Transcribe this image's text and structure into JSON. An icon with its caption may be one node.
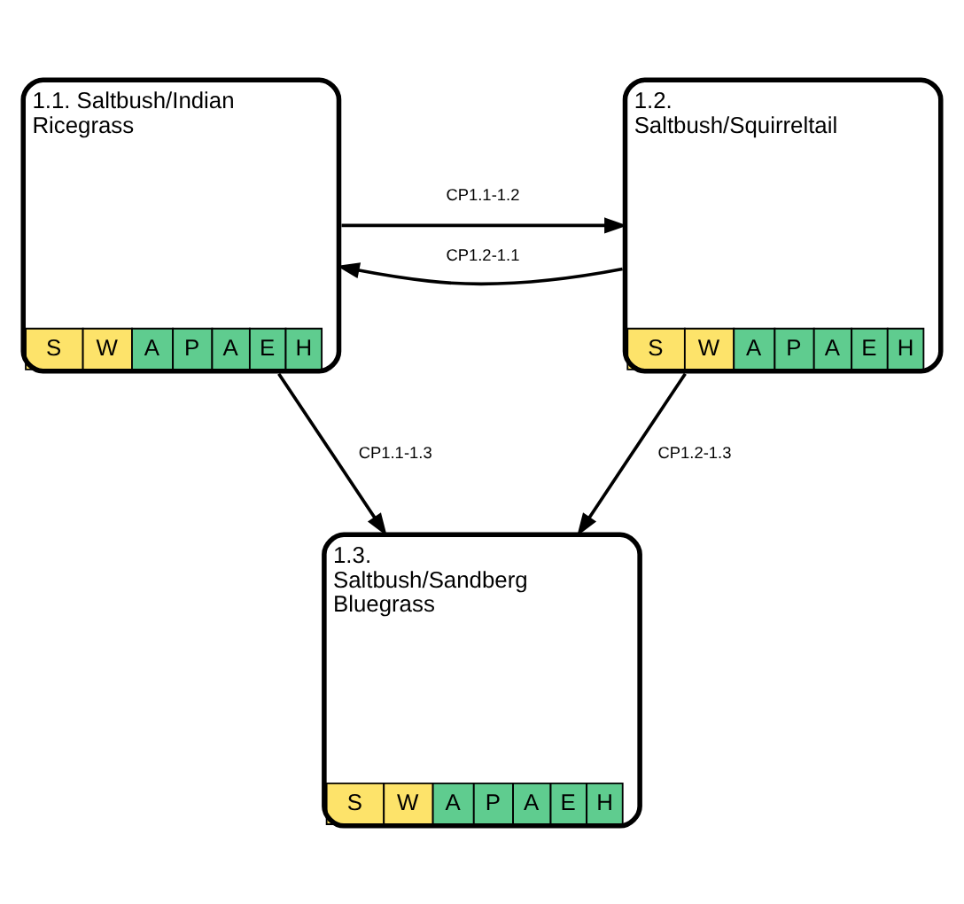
{
  "diagram": {
    "nodes": [
      {
        "text": [
          "1.1. Saltbush/Indian Ricegrass",
          "S",
          "W",
          "A",
          "P",
          "A",
          "E",
          "H"
        ]
      },
      {
        "text": [
          "1.2. Saltbush/Squirreltail",
          "S",
          "W",
          "A",
          "P",
          "A",
          "E",
          "H"
        ]
      },
      {
        "text": [
          "1.3. Saltbush/Sandberg Bluegrass",
          "S",
          "W",
          "A",
          "P",
          "A",
          "E",
          "H"
        ]
      }
    ],
    "edges": [
      {
        "from": 0,
        "to": 1,
        "arrow": "to",
        "label": "CP1.1-1.2"
      },
      {
        "from": 1,
        "to": 0,
        "arrow": "to",
        "label": "CP1.2-1.1"
      },
      {
        "from": 0,
        "to": 2,
        "arrow": "to",
        "label": "CP1.1-1.3"
      },
      {
        "from": 1,
        "to": 2,
        "arrow": "to",
        "label": "CP1.2-1.3"
      }
    ]
  }
}
